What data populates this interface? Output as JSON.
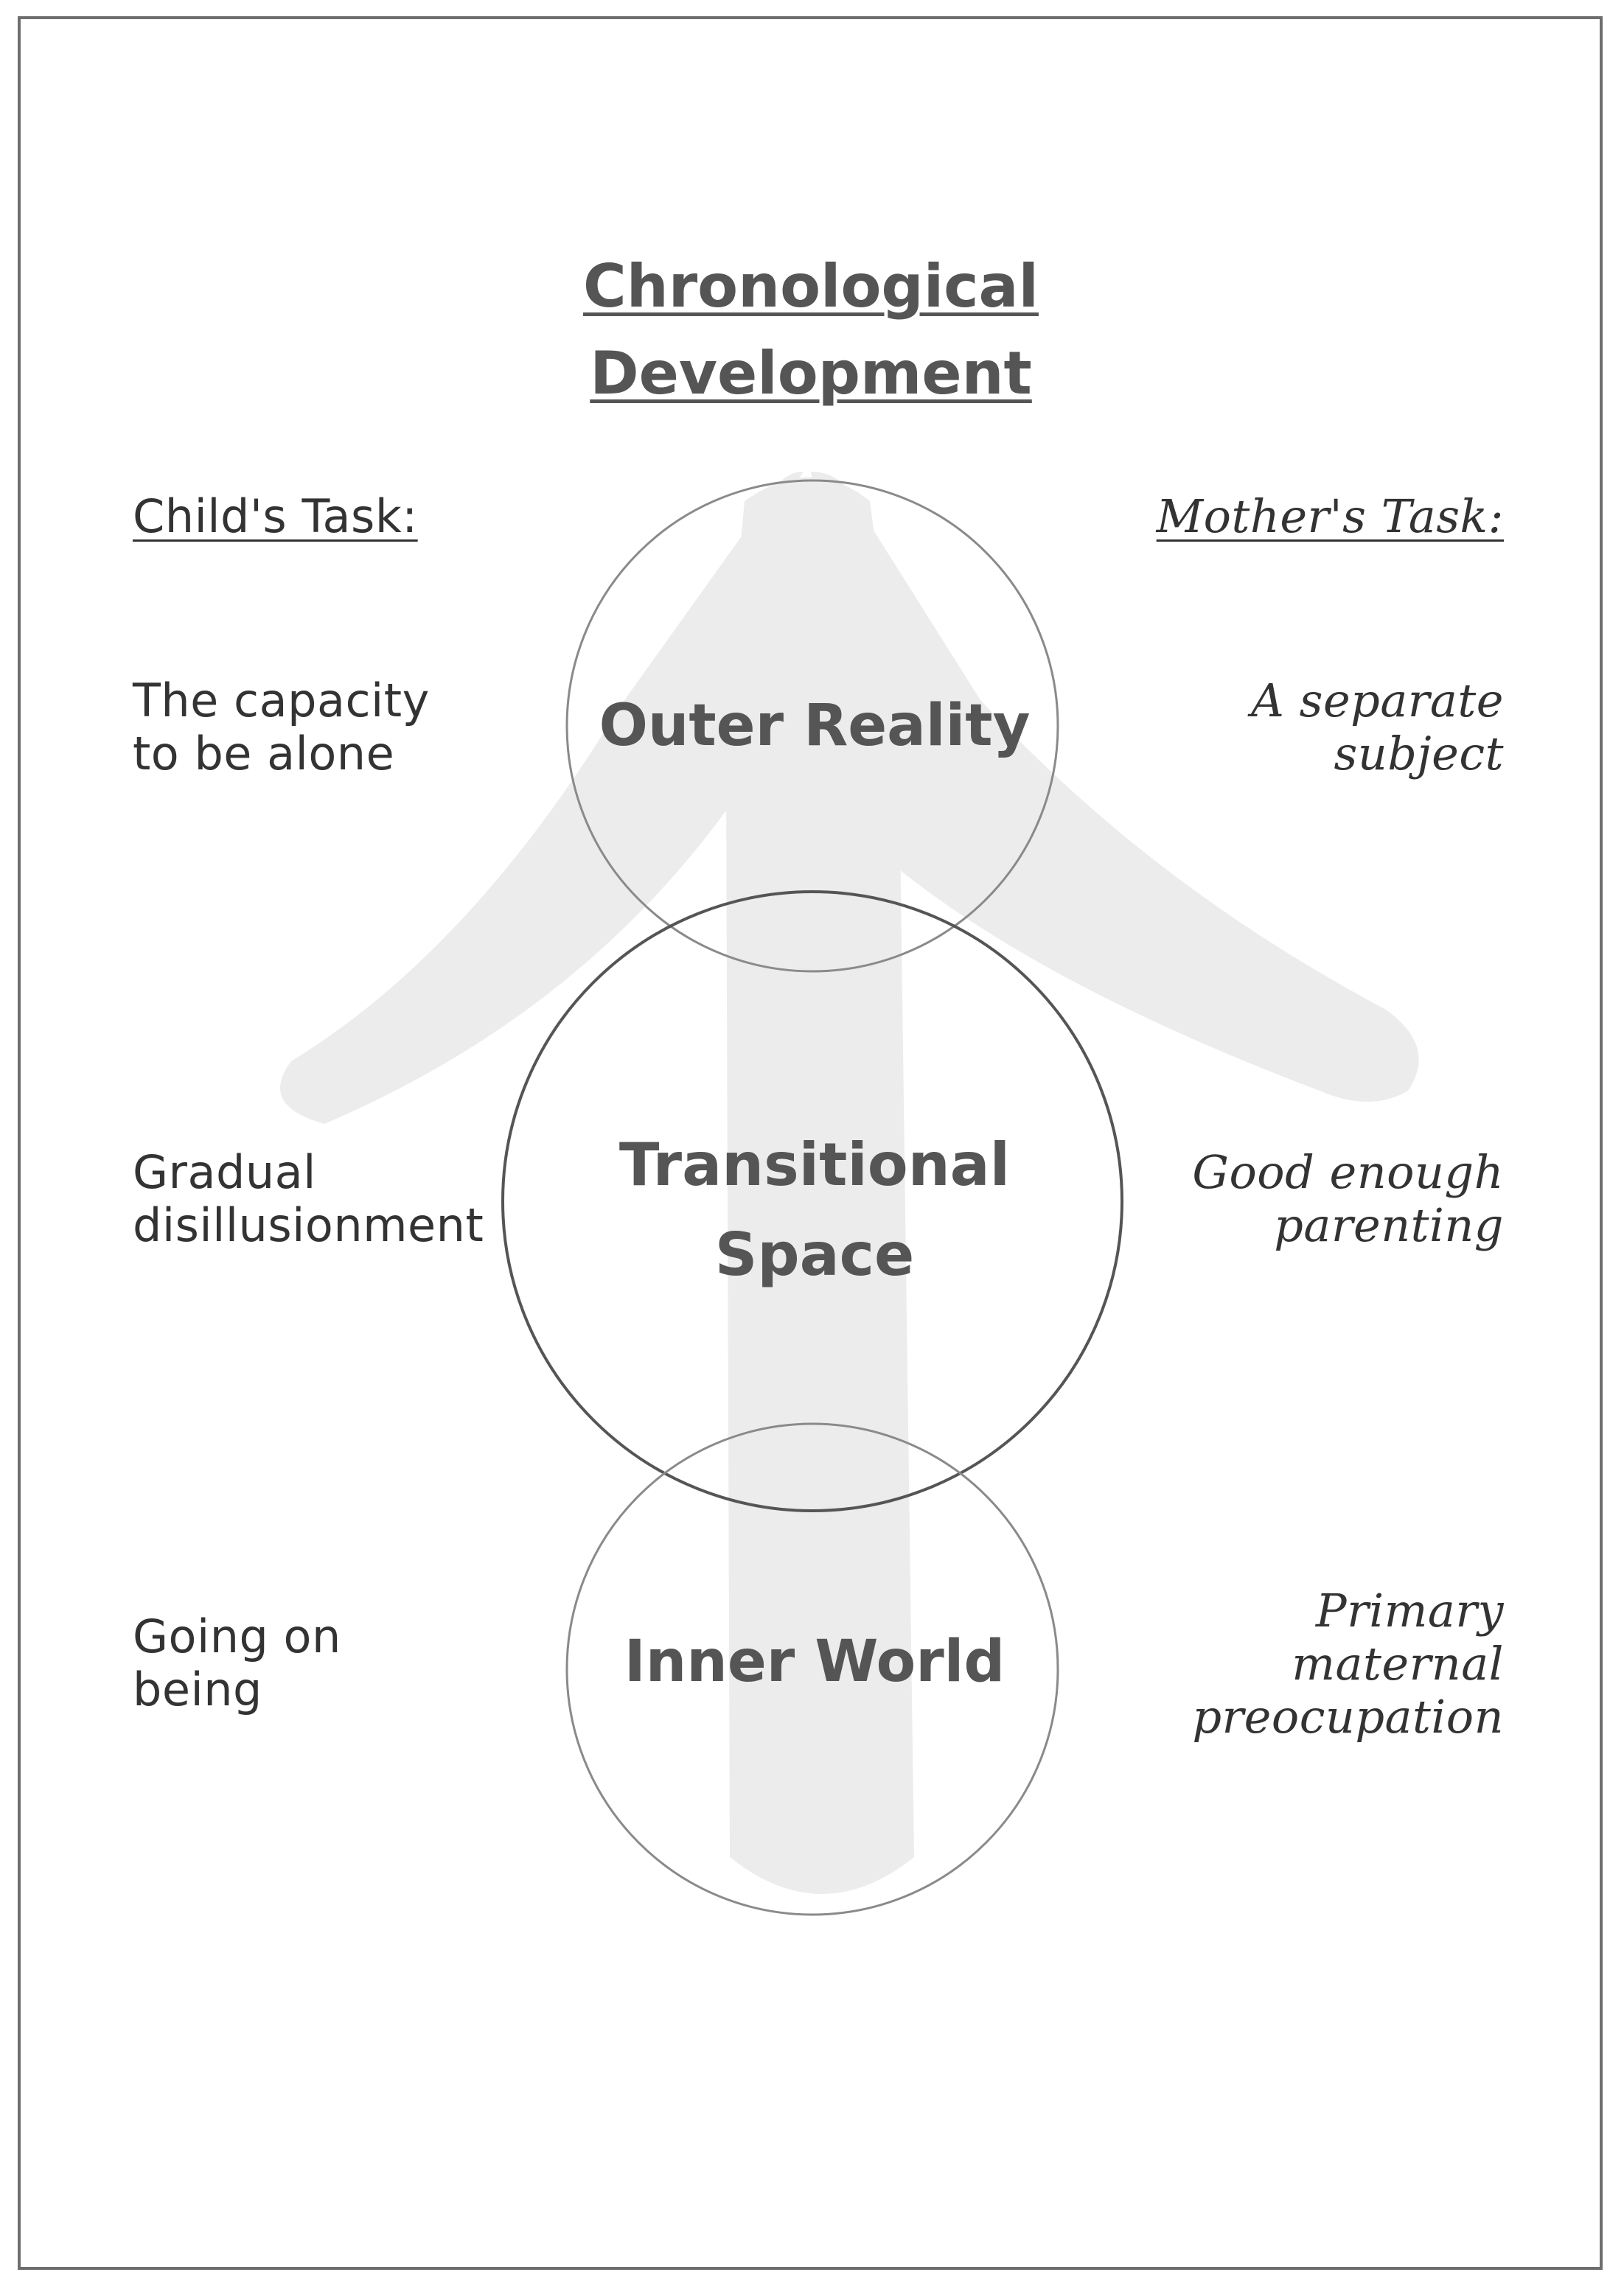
{
  "title": {
    "line1": "Chronological",
    "line2": "Development"
  },
  "headings": {
    "child": "Child's Task:",
    "mother": "Mother's Task:"
  },
  "circles": {
    "outer": "Outer Reality",
    "transitional_line1": "Transitional",
    "transitional_line2": "Space",
    "inner": "Inner World"
  },
  "child_tasks": [
    {
      "line1": "The capacity",
      "line2": "to be alone"
    },
    {
      "line1": "Gradual",
      "line2": "disillusionment"
    },
    {
      "line1": "Going on",
      "line2": "being"
    }
  ],
  "mother_tasks": [
    {
      "line1": "A separate",
      "line2": "subject",
      "line3": ""
    },
    {
      "line1": "Good enough",
      "line2": "parenting",
      "line3": ""
    },
    {
      "line1": "Primary",
      "line2": "maternal",
      "line3": "preocupation"
    }
  ],
  "colors": {
    "arrow": "#ececec",
    "circle_stroke": "#8a8a8a",
    "circle_stroke_dark": "#555555",
    "text": "#333333",
    "label": "#555555"
  }
}
